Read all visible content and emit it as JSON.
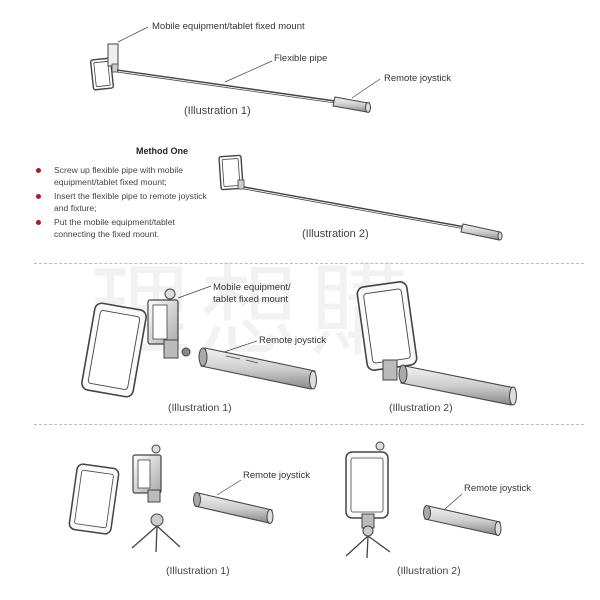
{
  "section1": {
    "label_mount": "Mobile equipment/tablet fixed mount",
    "label_pipe": "Flexible pipe",
    "label_joystick": "Remote joystick",
    "caption": "(Illustration   1)"
  },
  "section2": {
    "title": "Method One",
    "steps": [
      "Screw up flexible pipe with mobile equipment/tablet fixed mount;",
      "Insert the flexible pipe to remote joystick and fixture;",
      "Put the mobile equipment/tablet connecting the fixed mount."
    ],
    "caption": "(Illustration   2)"
  },
  "section3": {
    "label_mount_line1": "Mobile equipment/",
    "label_mount_line2": "tablet fixed mount",
    "label_joystick": "Remote joystick",
    "caption1": "(Illustration   1)",
    "caption2": "(Illustration   2)"
  },
  "section4": {
    "label_joystick_left": "Remote joystick",
    "label_joystick_right": "Remote joystick",
    "caption1": "(Illustration   1)",
    "caption2": "(Illustration   2)"
  },
  "watermark": "理想購",
  "colors": {
    "bullet": "#a31f24",
    "line": "#555555",
    "divider": "#bdbdbd"
  }
}
